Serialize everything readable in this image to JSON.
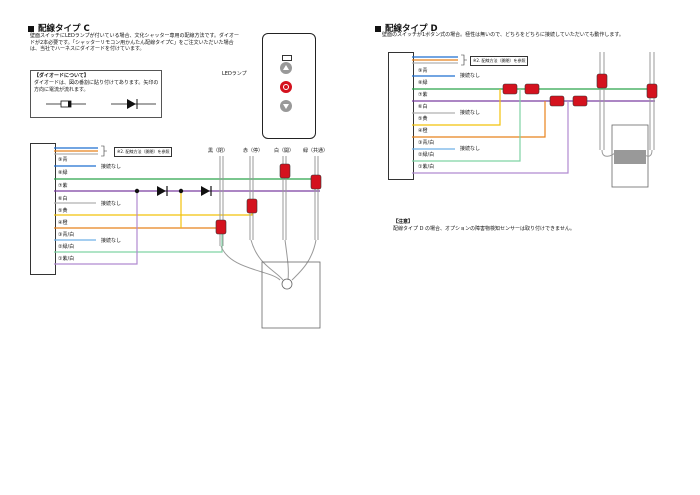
{
  "section_c": {
    "title": "配線タイプ C",
    "description": "壁面スイッチにLEDランプが付いている場合、文化シャッター専用の配線方法です。ダイオードが2本必要です。「シャッターリモコン用かんたん配線タイプC」をご注文いただいた場合は、当社でハーネスにダイオードを付けています。",
    "diode_note_title": "【ダイオードについて】",
    "diode_note_body": "ダイオードは、図の番割に貼り付けてあります。矢印の方向に電流が流れます。",
    "led_label": "LEDランプ",
    "ref_label": "※2. 配線方法（開閉）を参照",
    "wires": [
      "⑨青",
      "⑧緑",
      "⑦紫",
      "⑥白",
      "⑤黄",
      "④橙",
      "③青/白",
      "②緑/白",
      "①紫/白"
    ],
    "no_conn_1": "接続なし",
    "no_conn_2": "接続なし",
    "no_conn_3": "接続なし",
    "terminals": [
      "黒（閉）",
      "赤（停）",
      "白（開）",
      "緑（共通）"
    ]
  },
  "section_d": {
    "title": "配線タイプ D",
    "description": "壁面のスイッチが1ボタン式の場合。極性は無いので、どちらをどちらに接続していただいても動作します。",
    "ref_label": "※2. 配線方法（開閉）を参照",
    "wires": [
      "⑨青",
      "⑧緑",
      "⑦紫",
      "⑥白",
      "⑤黄",
      "④橙",
      "③青/白",
      "②緑/白",
      "①紫/白"
    ],
    "no_conn_1": "接続なし",
    "no_conn_2": "接続なし",
    "no_conn_3": "接続なし",
    "note_title": "【注意】",
    "note_body": "配線タイプ D の場合、オプションの障害物検知センサーは取り付けできません。"
  },
  "colors": {
    "blue": "#1f6fd1",
    "green": "#2aa34a",
    "purple": "#7a3fa0",
    "white_wire": "#b0b0b0",
    "yellow": "#f2c20a",
    "orange": "#e8821c",
    "blue_white": "#6fb0e6",
    "green_white": "#7fd3a3",
    "purple_white": "#b08ad0",
    "connector": "#d4121e"
  }
}
